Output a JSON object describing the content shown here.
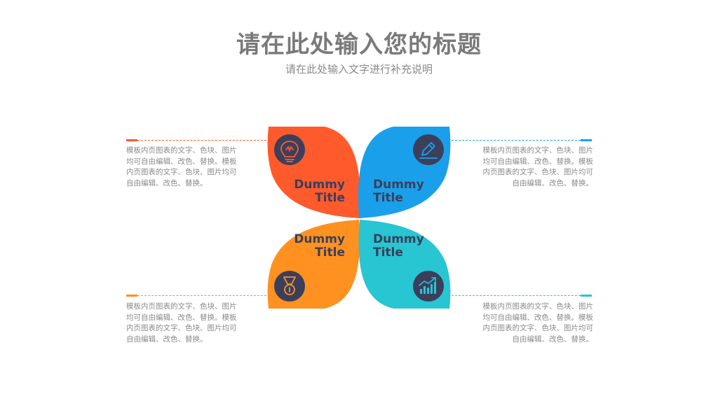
{
  "header": {
    "title": "请在此处输入您的标题",
    "subtitle": "请在此处输入文字进行补充说明"
  },
  "petals": [
    {
      "id": "top-left",
      "title_line1": "Dummy",
      "title_line2": "Title",
      "icon": "lightbulb-icon",
      "color": "#FF5A2C"
    },
    {
      "id": "top-right",
      "title_line1": "Dummy",
      "title_line2": "Title",
      "icon": "pencil-icon",
      "color": "#1AA0EA"
    },
    {
      "id": "bottom-left",
      "title_line1": "Dummy",
      "title_line2": "Title",
      "icon": "medal-icon",
      "color": "#FF9120"
    },
    {
      "id": "bottom-right",
      "title_line1": "Dummy",
      "title_line2": "Title",
      "icon": "chart-up-icon",
      "color": "#28C5D3"
    }
  ],
  "descriptions": {
    "top_left": [
      "模板内页图表的文字、色块、图片",
      "均可自由编辑、改色、替换。模板",
      "内页图表的文字、色块、图片均可",
      "自由编辑、改色、替换。"
    ],
    "top_right": [
      "模板内页图表的文字、色块、图片",
      "均可自由编辑、改色、替换。模板",
      "内页图表的文字、色块、图片均可",
      "自由编辑、改色、替换。"
    ],
    "bottom_left": [
      "模板内页图表的文字、色块、图片",
      "均可自由编辑、改色、替换。模板",
      "内页图表的文字、色块、图片均可",
      "自由编辑、改色、替换。"
    ],
    "bottom_right": [
      "模板内页图表的文字、色块、图片",
      "均可自由编辑、改色、替换。模板",
      "内页图表的文字、色块、图片均可",
      "自由编辑、改色、替换。"
    ]
  },
  "colors": {
    "icon_circle": "#3B3F5C",
    "petal_text": "#3B3F5C"
  }
}
